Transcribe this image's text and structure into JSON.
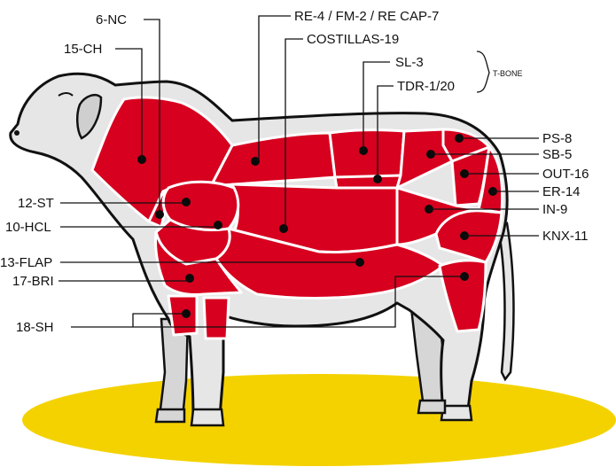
{
  "colors": {
    "meat": "#d7001f",
    "body": "#e6e6e6",
    "outline": "#111111",
    "ground": "#f4d200",
    "ground_edge": "#e6c400"
  },
  "cuts": {
    "nc": "6-NC",
    "ch": "15-CH",
    "re": "RE-4 / FM-2 / RE CAP-7",
    "costillas": "COSTILLAS-19",
    "sl": "SL-3",
    "tdr": "TDR-1/20",
    "tbone": "T-BONE",
    "ps": "PS-8",
    "sb": "SB-5",
    "out": "OUT-16",
    "er": "ER-14",
    "in": "IN-9",
    "knx": "KNX-11",
    "st": "12-ST",
    "hcl": "10-HCL",
    "flap": "13-FLAP",
    "bri": "17-BRI",
    "sh": "18-SH"
  }
}
